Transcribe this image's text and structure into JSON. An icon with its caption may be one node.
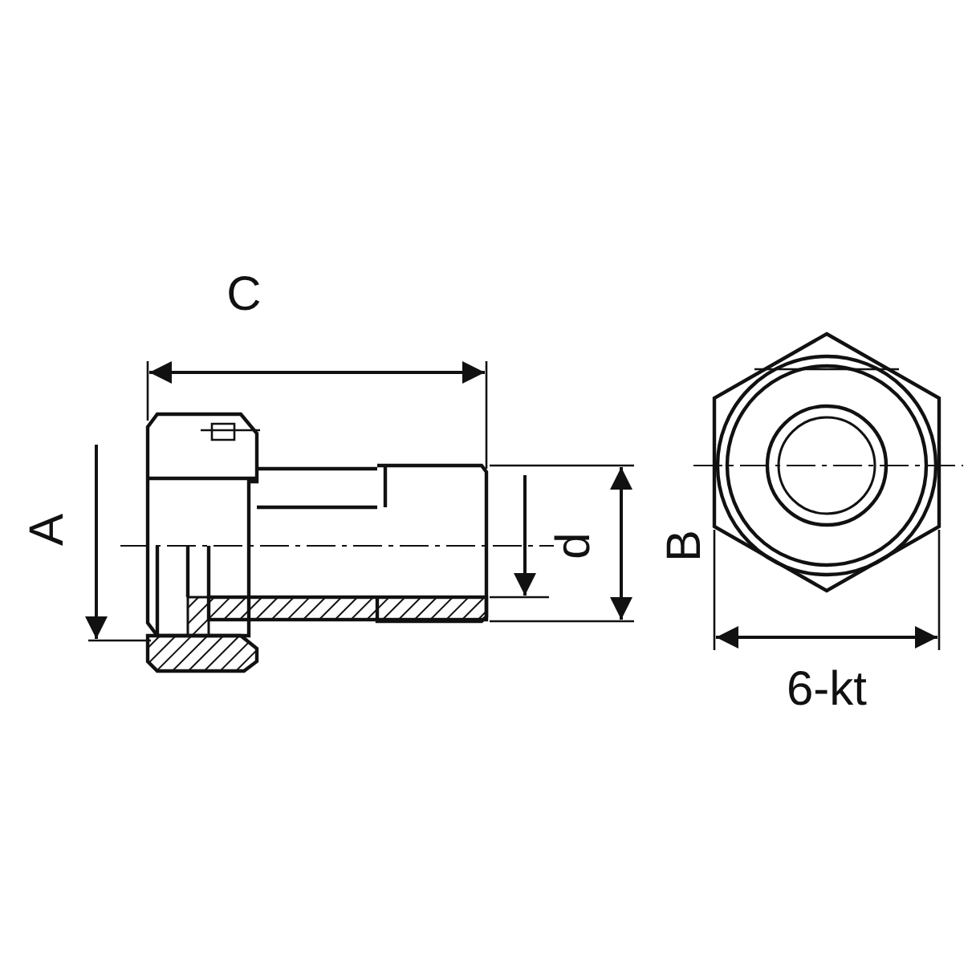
{
  "diagram": {
    "labels": [
      "C",
      "A",
      "d",
      "B",
      "6-kt"
    ]
  }
}
